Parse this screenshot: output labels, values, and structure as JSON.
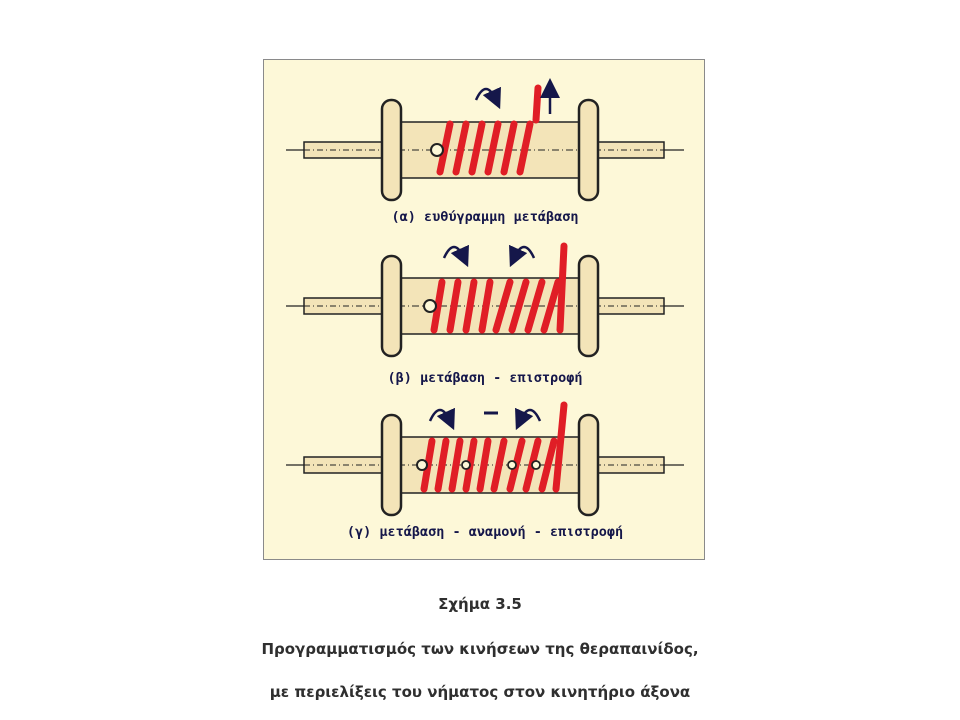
{
  "figure": {
    "colors": {
      "panel_bg": "#fdf8d8",
      "yarn": "#e01e26",
      "bobbin": "#f3e4b8",
      "ink": "#15174a"
    },
    "diagrams": [
      {
        "label": "(α) ευθύγραμμη μετάβαση"
      },
      {
        "label": "(β) μετάβαση - επιστροφή"
      },
      {
        "label": "(γ) μετάβαση - αναμονή - επιστροφή"
      }
    ]
  },
  "caption": {
    "number": "Σχήμα 3.5",
    "line1": "Προγραμματισμός των κινήσεων της θεραπαινίδος,",
    "line2": "με περιελίξεις του νήματος στον κινητήριο άξονα"
  }
}
